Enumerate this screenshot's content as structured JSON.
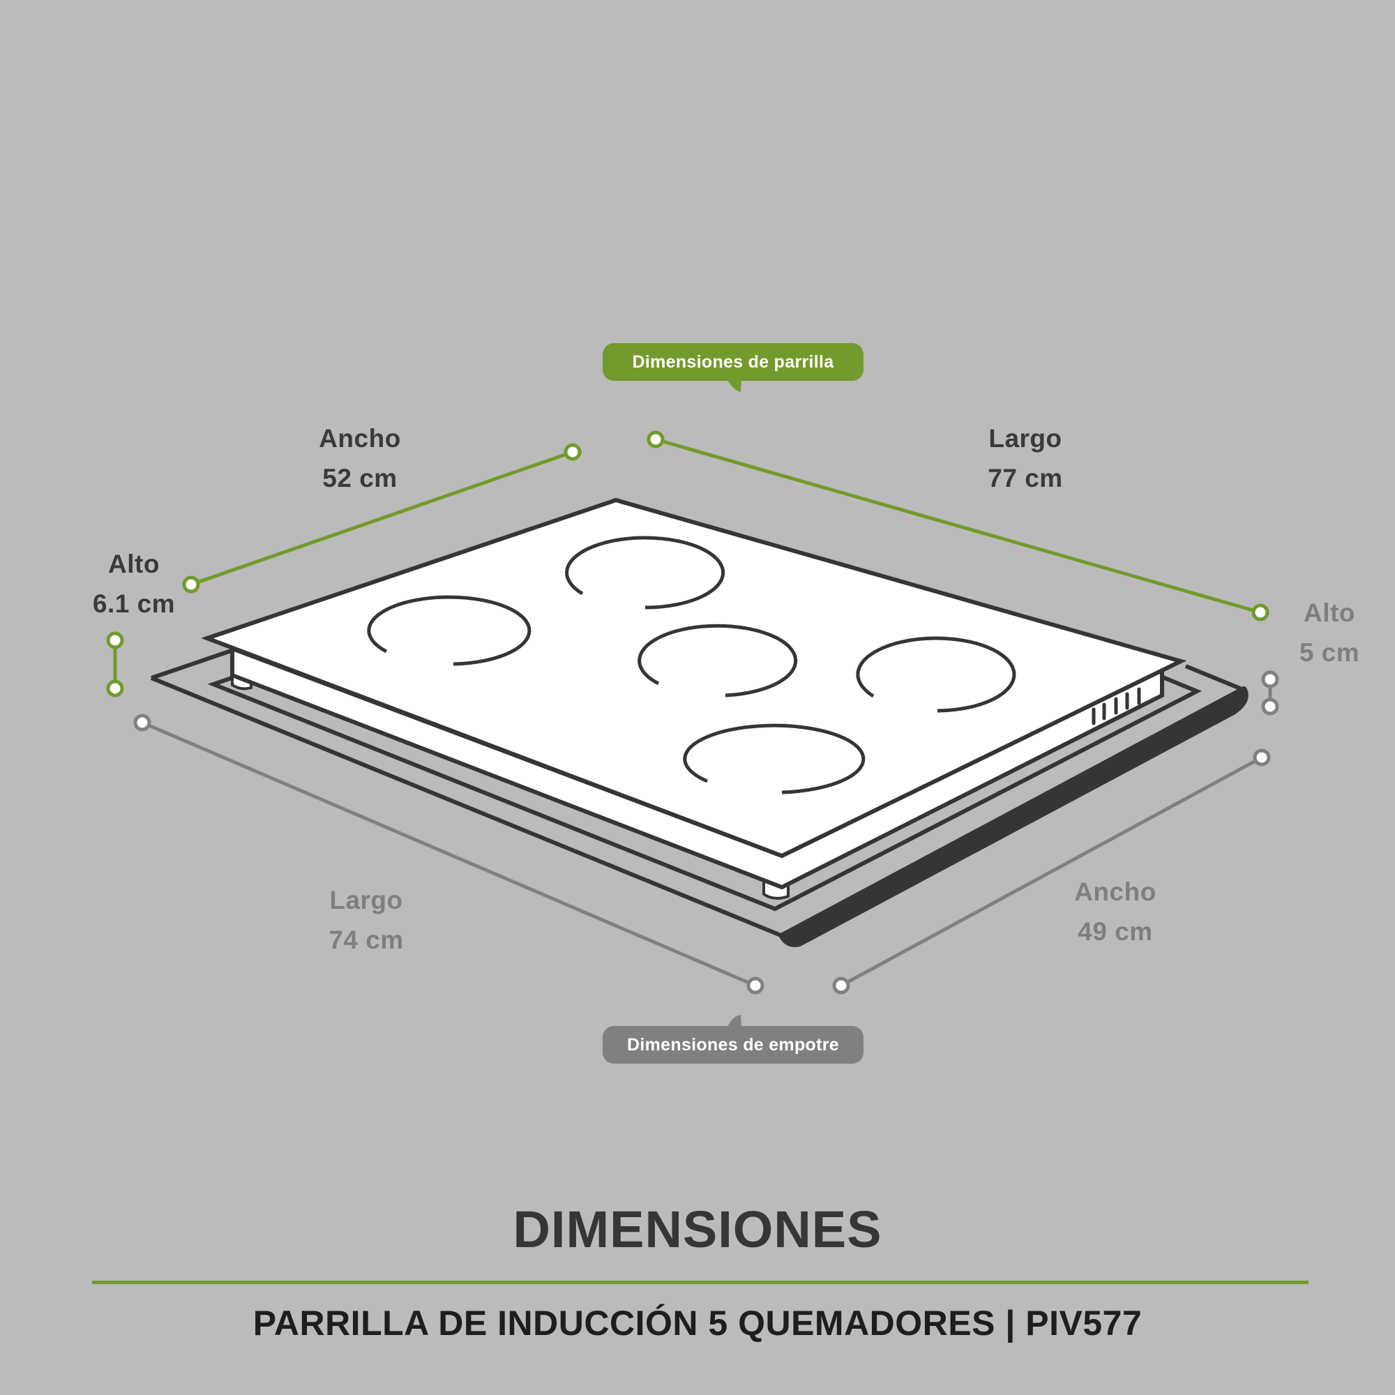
{
  "colors": {
    "background": "#bbbbbb",
    "accent_green": "#739a2d",
    "muted_gray": "#808080",
    "line_dark": "#353535"
  },
  "callouts": {
    "cooktop": "Dimensiones de parrilla",
    "cutout": "Dimensiones de empotre"
  },
  "cooktop_dimensions": {
    "width": {
      "label": "Ancho",
      "value": "52 cm"
    },
    "length": {
      "label": "Largo",
      "value": "77 cm"
    },
    "height": {
      "label": "Alto",
      "value": "6.1 cm"
    }
  },
  "cutout_dimensions": {
    "length": {
      "label": "Largo",
      "value": "74 cm"
    },
    "width": {
      "label": "Ancho",
      "value": "49 cm"
    },
    "height": {
      "label": "Alto",
      "value": "5 cm"
    }
  },
  "product": {
    "burner_count": 5,
    "heading": "DIMENSIONES",
    "subtitle": "PARRILLA DE INDUCCIÓN 5 QUEMADORES | PIV577"
  }
}
